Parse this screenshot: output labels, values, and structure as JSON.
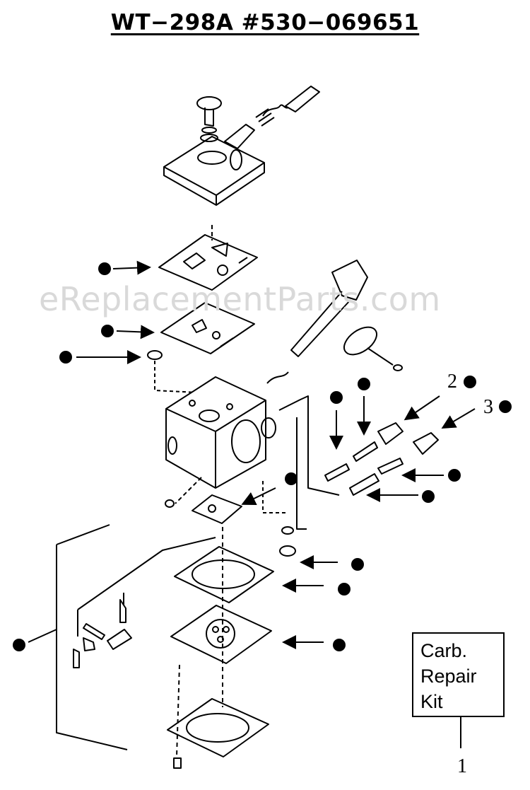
{
  "title": "WT−298A #530−069651",
  "watermark": "eReplacementParts.com",
  "callouts": {
    "ref2": "2",
    "ref3": "3"
  },
  "kit": {
    "line1": "Carb.",
    "line2": "Repair",
    "line3": "Kit",
    "ref": "1"
  }
}
